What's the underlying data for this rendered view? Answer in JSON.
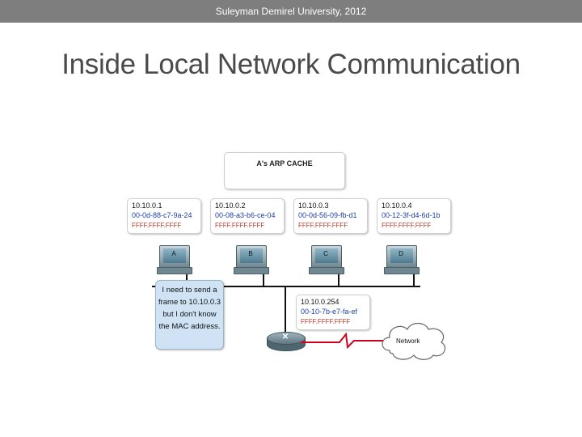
{
  "header": {
    "text": "Suleyman Demirel University, 2012"
  },
  "slide": {
    "title": "Inside Local Network Communication"
  },
  "arp_cache": {
    "title": "A's ARP CACHE"
  },
  "arp_entries": [
    {
      "ip": "10.10.0.1",
      "mac": "00-0d-88-c7-9a-24",
      "broadcast": "FFFF.FFFF.FFFF"
    },
    {
      "ip": "10.10.0.2",
      "mac": "00-08-a3-b6-ce-04",
      "broadcast": "FFFF.FFFF.FFFF"
    },
    {
      "ip": "10.10.0.3",
      "mac": "00-0d-56-09-fb-d1",
      "broadcast": "FFFF.FFFF.FFFF"
    },
    {
      "ip": "10.10.0.4",
      "mac": "00-12-3f-d4-6d-1b",
      "broadcast": "FFFF.FFFF.FFFF"
    }
  ],
  "router_entry": {
    "ip": "10.10.0.254",
    "mac": "00-10-7b-e7-fa-ef",
    "broadcast": "FFFF.FFFF.FFFF"
  },
  "hosts": [
    "A",
    "B",
    "C",
    "D"
  ],
  "bubble": {
    "text": "I need to send a frame to 10.10.0.3 but I don't know the MAC address."
  },
  "network_label": "Network",
  "colors": {
    "mac_text": "#1f3fa8",
    "broadcast_text": "#c0392b",
    "wan_link": "#d0021b",
    "bubble_fill": "#cfe3f5"
  }
}
